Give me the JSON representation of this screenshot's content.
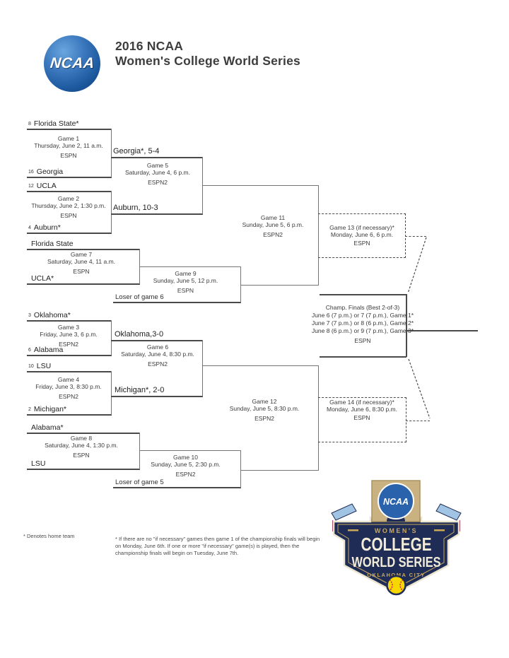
{
  "header": {
    "ncaa_logo": "NCAA",
    "title_line1": "2016 NCAA",
    "title_line2": "Women's College World Series"
  },
  "bracket": {
    "r1": {
      "t1": {
        "seed": "8",
        "name": "Florida State*"
      },
      "t2": {
        "seed": "16",
        "name": "Georgia"
      },
      "t3": {
        "seed": "12",
        "name": "UCLA"
      },
      "t4": {
        "seed": "4",
        "name": "Auburn*"
      },
      "t5": {
        "seed": "3",
        "name": "Oklahoma*"
      },
      "t6": {
        "seed": "6",
        "name": "Alabama"
      },
      "t7": {
        "seed": "10",
        "name": "LSU"
      },
      "t8": {
        "seed": "2",
        "name": "Michigan*"
      }
    },
    "winners": {
      "g1": "Georgia*, 5-4",
      "g2": "Auburn, 10-3",
      "g3": "Oklahoma,3-0",
      "g4": "Michigan*, 2-0"
    },
    "elim": {
      "top1": "Florida State",
      "top2": "UCLA*",
      "bot1": "Alabama*",
      "bot2": "LSU",
      "loser6": "Loser of game 6",
      "loser5": "Loser of game 5"
    },
    "games": {
      "g1": {
        "label": "Game 1",
        "when": "Thursday, June 2, 11 a.m.",
        "tv": "ESPN"
      },
      "g2": {
        "label": "Game 2",
        "when": "Thursday, June 2, 1:30 p.m.",
        "tv": "ESPN"
      },
      "g3": {
        "label": "Game 3",
        "when": "Friday, June 3, 6 p.m.",
        "tv": "ESPN2"
      },
      "g4": {
        "label": "Game 4",
        "when": "Friday, June 3, 8:30 p.m.",
        "tv": "ESPN2"
      },
      "g5": {
        "label": "Game 5",
        "when": "Saturday, June 4, 6 p.m.",
        "tv": "ESPN2"
      },
      "g6": {
        "label": "Game 6",
        "when": "Saturday, June 4, 8:30 p.m.",
        "tv": "ESPN2"
      },
      "g7": {
        "label": "Game 7",
        "when": "Saturday, June 4, 11 a.m.",
        "tv": "ESPN"
      },
      "g8": {
        "label": "Game 8",
        "when": "Saturday, June 4, 1:30 p.m.",
        "tv": "ESPN"
      },
      "g9": {
        "label": "Game 9",
        "when": "Sunday, June 5, 12 p.m.",
        "tv": "ESPN"
      },
      "g10": {
        "label": "Game 10",
        "when": "Sunday, June 5, 2:30 p.m.",
        "tv": "ESPN2"
      },
      "g11": {
        "label": "Game 11",
        "when": "Sunday, June 5, 6 p.m.",
        "tv": "ESPN2"
      },
      "g12": {
        "label": "Game 12",
        "when": "Sunday, June 5, 8:30 p.m.",
        "tv": "ESPN2"
      },
      "g13": {
        "label": "Game 13 (if necessary)*",
        "when": "Monday, June 6, 6 p.m.",
        "tv": "ESPN"
      },
      "g14": {
        "label": "Game 14 (if necessary)*",
        "when": "Monday, June 6, 8:30 p.m.",
        "tv": "ESPN"
      }
    },
    "champ": {
      "title": "Champ. Finals (Best 2-of-3)",
      "g1": "June 6 (7 p.m.) or 7 (7 p.m.), Game 1*",
      "g2": "June 7 (7 p.m.) or 8 (6 p.m.), Game 2*",
      "g3": "June 8 (6 p.m.) or 9 (7 p.m.), Game 3*",
      "tv": "ESPN"
    }
  },
  "footnotes": {
    "home": "* Denotes home team",
    "if_necessary": "* If there are no \"if necessary\" games then game 1 of the championship finals will begin on Monday, June 6th.  If one or more \"if necessary\" game(s) is played, then the championship finals will begin on Tuesday, June 7th."
  },
  "wcws_logo": {
    "ncaa": "NCAA",
    "womens": "WOMEN'S",
    "college": "COLLEGE",
    "world_series": "WORLD SERIES",
    "city": "OKLAHOMA CITY"
  },
  "colors": {
    "navy": "#1e2c56",
    "gold": "#c9a85c",
    "cream": "#f2ecd8",
    "magenta": "#9c1b4c",
    "ball-yellow": "#f6d800",
    "ncaa-blue": "#2a63ac",
    "lt-blue": "#a2c4e4",
    "tan": "#c9b181"
  }
}
